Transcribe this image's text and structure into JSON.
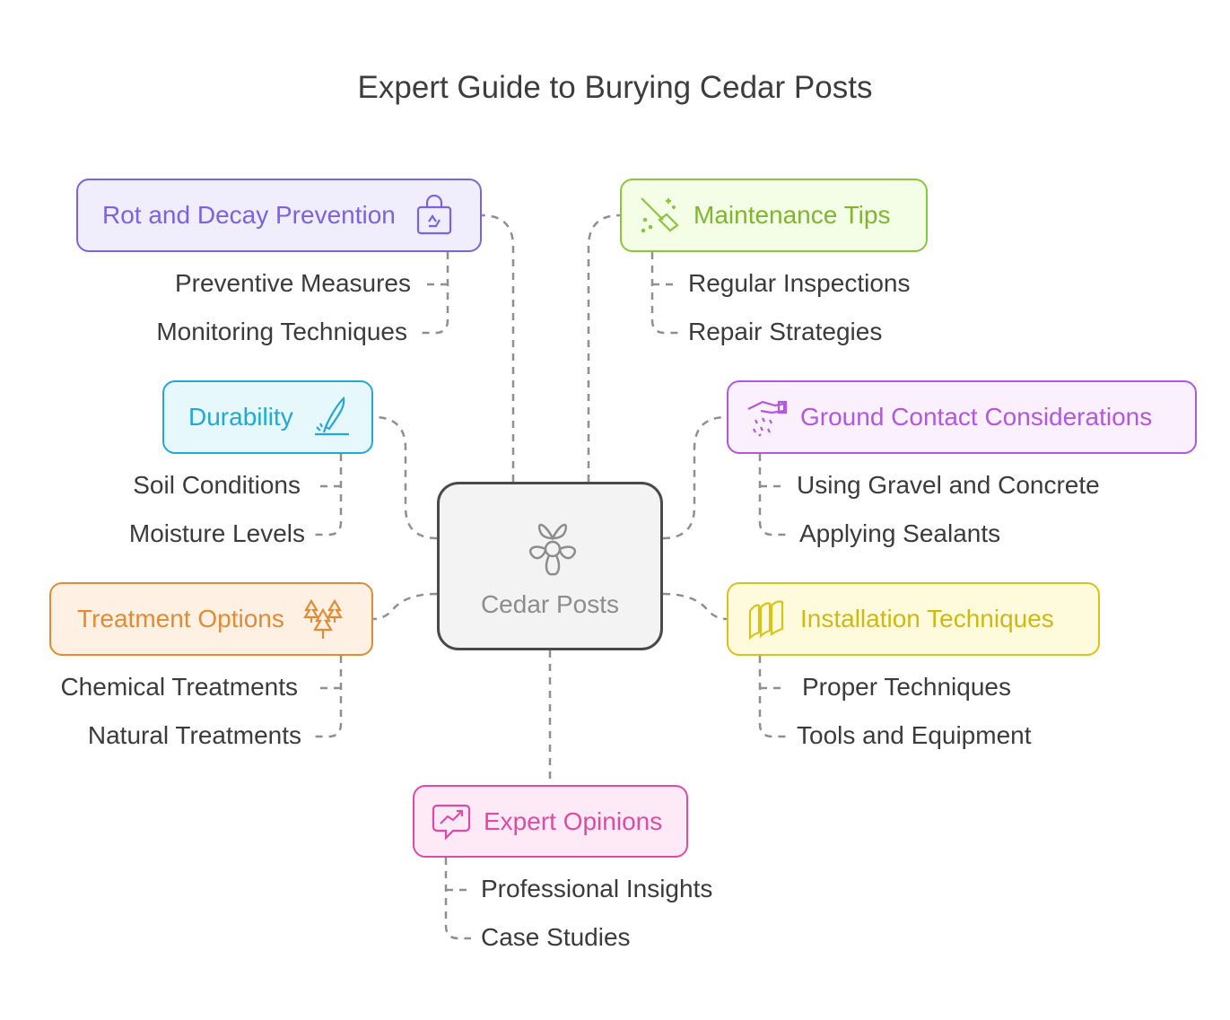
{
  "title": "Expert Guide to Burying Cedar Posts",
  "center": {
    "label": "Cedar Posts",
    "icon": "flower-icon"
  },
  "branches": [
    {
      "id": "rot",
      "label": "Rot and Decay Prevention",
      "icon": "recycle-bag-icon",
      "color": "#7b63e0",
      "fill": "#f0eefc",
      "items": [
        "Preventive Measures",
        "Monitoring Techniques"
      ]
    },
    {
      "id": "maint",
      "label": "Maintenance Tips",
      "icon": "broom-sparkle-icon",
      "color": "#8cc43c",
      "fill": "#f4fde6",
      "items": [
        "Regular Inspections",
        "Repair Strategies"
      ]
    },
    {
      "id": "dur",
      "label": "Durability",
      "icon": "feather-pen-icon",
      "color": "#22a8d2",
      "fill": "#e7f8fd",
      "items": [
        "Soil Conditions",
        "Moisture Levels"
      ]
    },
    {
      "id": "ground",
      "label": "Ground Contact Considerations",
      "icon": "hand-drop-icon",
      "color": "#b157e0",
      "fill": "#fbf0fe",
      "items": [
        "Using Gravel and Concrete",
        "Applying Sealants"
      ]
    },
    {
      "id": "treat",
      "label": "Treatment Options",
      "icon": "trees-icon",
      "color": "#e08b35",
      "fill": "#fef1e4",
      "items": [
        "Chemical Treatments",
        "Natural Treatments"
      ]
    },
    {
      "id": "install",
      "label": "Installation Techniques",
      "icon": "panels-icon",
      "color": "#d6c31e",
      "fill": "#fefbdc",
      "items": [
        "Proper Techniques",
        "Tools and Equipment"
      ]
    },
    {
      "id": "expert",
      "label": "Expert Opinions",
      "icon": "chat-chart-icon",
      "color": "#de4ba4",
      "fill": "#fdeaf6",
      "items": [
        "Professional Insights",
        "Case Studies"
      ]
    }
  ]
}
